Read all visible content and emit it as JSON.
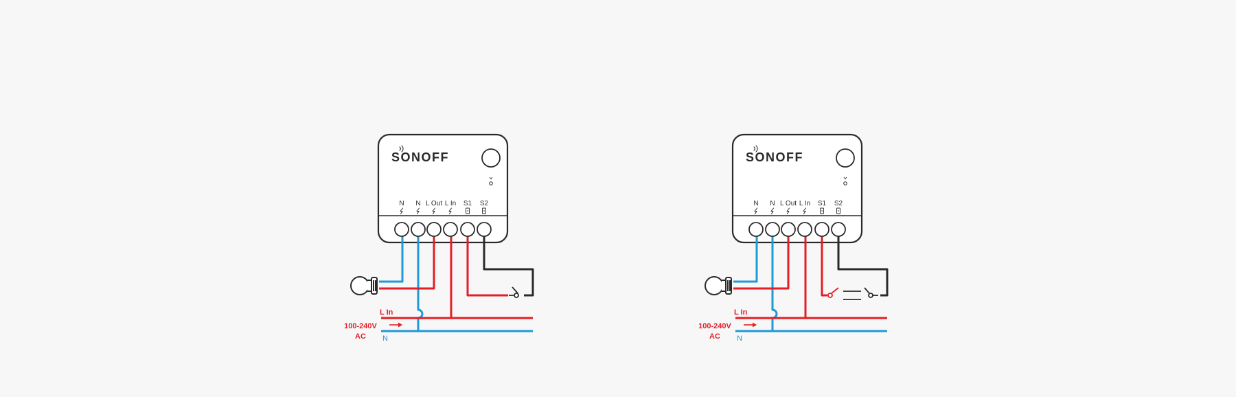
{
  "colors": {
    "background": "#f7f7f8",
    "device_outline": "#2a2a2a",
    "live_wire": "#e31e24",
    "neutral_wire": "#1e9ad6",
    "switch_wire": "#2a2a2a"
  },
  "diagrams": [
    {
      "brand": "SONOFF",
      "terminals": [
        "N",
        "N",
        "L Out",
        "L In",
        "S1",
        "S2"
      ],
      "line_in_label": "L In",
      "voltage_label": "100-240V",
      "ac_label": "AC",
      "neutral_label": "N",
      "load_icon": "bulb-icon",
      "switch_icon": "single-switch-icon"
    },
    {
      "brand": "SONOFF",
      "terminals": [
        "N",
        "N",
        "L Out",
        "L In",
        "S1",
        "S2"
      ],
      "line_in_label": "L In",
      "voltage_label": "100-240V",
      "ac_label": "AC",
      "neutral_label": "N",
      "load_icon": "bulb-icon",
      "switch_icon": "two-way-switch-icon"
    }
  ]
}
